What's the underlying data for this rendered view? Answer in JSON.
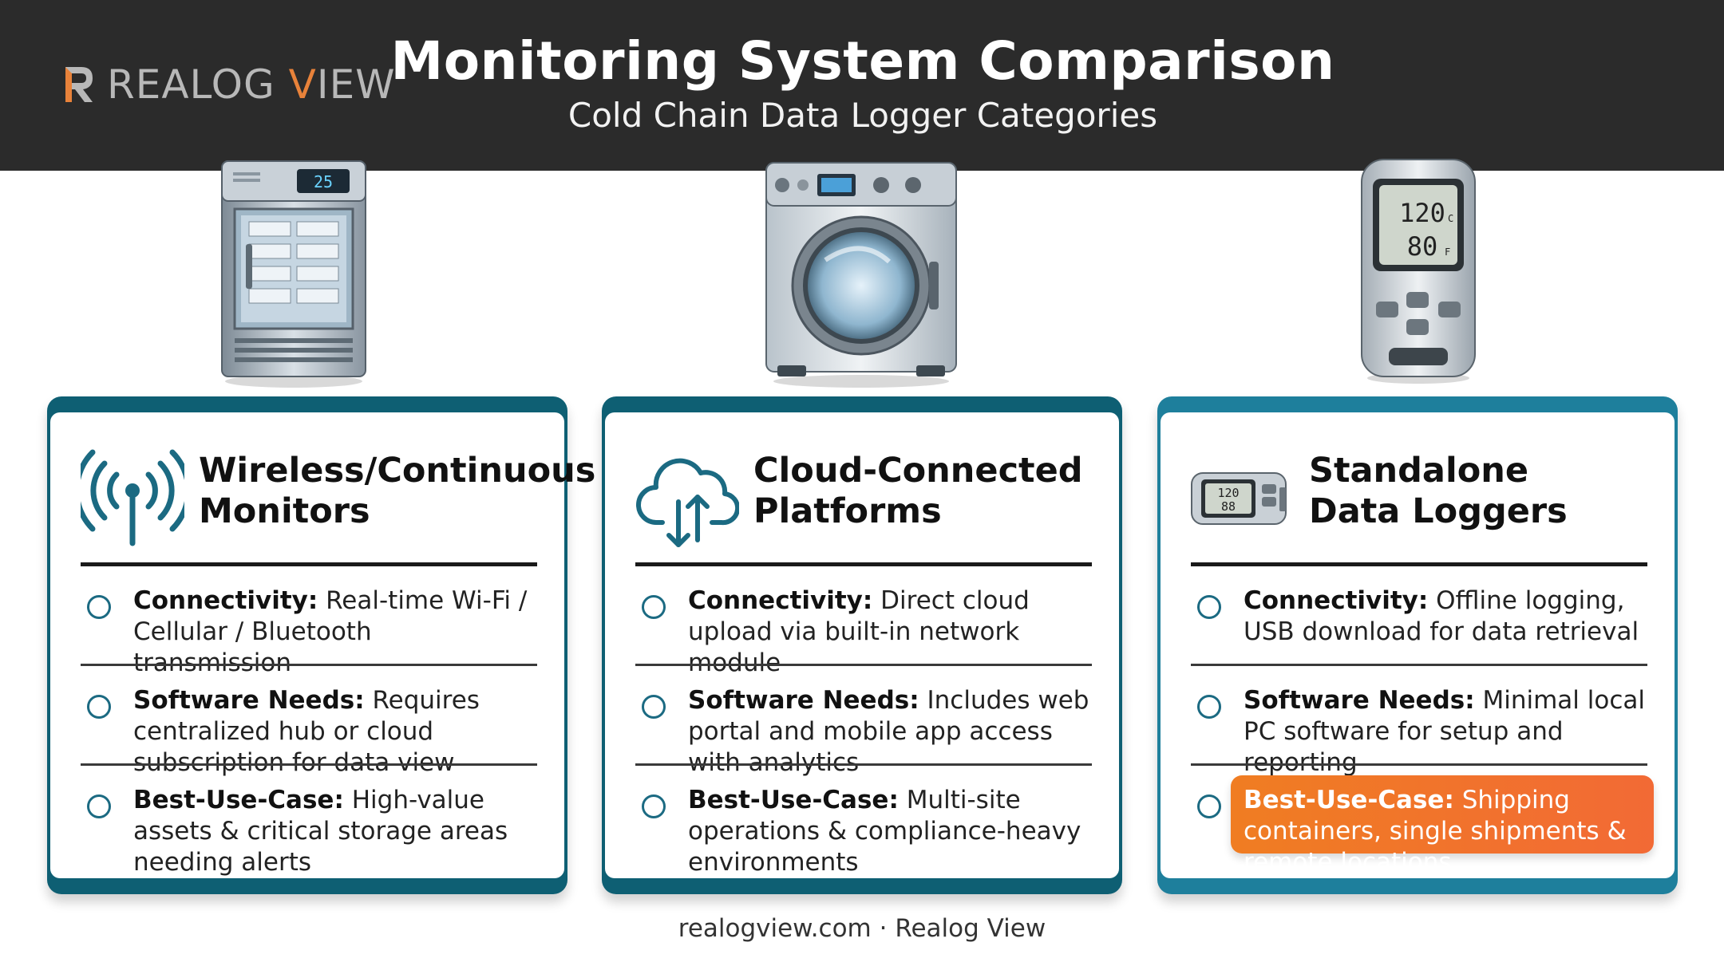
{
  "brand": {
    "name_part1": "REALOG ",
    "name_part2": "V",
    "name_part3": "IEW",
    "accent": "#e8823a"
  },
  "header": {
    "title": "Monitoring System Comparison",
    "subtitle": "Cold Chain Data Logger Categories"
  },
  "cards": [
    {
      "icon": "wireless-antenna-icon",
      "illustration": "refrigerator-illustration",
      "fridge_display": "25",
      "title_line1": "Wireless/Continuous",
      "title_line2": "Monitors",
      "rows": [
        {
          "label": "Connectivity:",
          "text": " Real-time Wi-Fi / Cellular / Bluetooth transmission"
        },
        {
          "label": "Software Needs:",
          "text": " Requires centralized hub or cloud subscription for data view"
        },
        {
          "label": "Best-Use-Case:",
          "text": " High-value assets & critical storage areas needing alerts"
        }
      ]
    },
    {
      "icon": "cloud-upload-download-icon",
      "illustration": "washing-machine-illustration",
      "title_line1": "Cloud-Connected",
      "title_line2": "Platforms",
      "rows": [
        {
          "label": "Connectivity:",
          "text": " Direct cloud upload via built-in network module"
        },
        {
          "label": "Software Needs:",
          "text": " Includes web portal and mobile app access with analytics"
        },
        {
          "label": "Best-Use-Case:",
          "text": " Multi-site operations & compliance-heavy environments"
        }
      ]
    },
    {
      "icon": "data-logger-device-icon",
      "illustration": "handheld-logger-illustration",
      "logger_temp": "120",
      "logger_temp_unit": "C",
      "logger_second": "80",
      "logger_second_unit": "F",
      "mini_temp": "120",
      "mini_second": "88",
      "title_line1": "Standalone",
      "title_line2": "Data Loggers",
      "rows": [
        {
          "label": "Connectivity:",
          "text": " Offline logging, USB download for data retrieval"
        },
        {
          "label": "Software Needs:",
          "text": " Minimal local PC software for setup and reporting"
        },
        {
          "label": "Best-Use-Case:",
          "text": " Shipping containers, single shipments & remote locations"
        }
      ]
    }
  ],
  "footer": {
    "text": "realogview.com · Realog View"
  },
  "colors": {
    "header_bg": "#2b2b2b",
    "card_teal": "#0e5f73",
    "card_blue": "#1e7f9c",
    "highlight_orange": "#f07d22"
  }
}
